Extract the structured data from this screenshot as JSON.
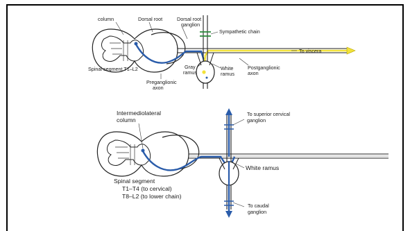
{
  "top_diagram": {
    "labels": {
      "column": "column",
      "dorsal_root": "Dorsal root",
      "dorsal_root_ganglion_1": "Dorsal root",
      "dorsal_root_ganglion_2": "ganglion",
      "sympathetic_chain": "Sympathetic chain",
      "to_viscera": "To viscera",
      "spinal_segment": "Spinal segment T1–L2",
      "gray_ramus_1": "Gray",
      "gray_ramus_2": "ramus",
      "white_ramus_1": "White",
      "white_ramus_2": "ramus",
      "postganglionic_1": "Postganglionic",
      "postganglionic_2": "axon",
      "preganglionic_1": "Preganglionic",
      "preganglionic_2": "axon"
    }
  },
  "bottom_diagram": {
    "labels": {
      "intermediolateral_1": "Intermediolateral",
      "intermediolateral_2": "column",
      "to_superior_1": "To superior cervical",
      "to_superior_2": "ganglion",
      "white_ramus": "White ramus",
      "spinal_segment": "Spinal segment",
      "t1_t4": "T1–T4 (to cervical)",
      "t8_l2": "T8–L2 (to lower chain)",
      "to_caudal_1": "To caudal",
      "to_caudal_2": "ganglion"
    }
  },
  "colors": {
    "preganglionic": "#2a5caa",
    "postganglionic": "#f2e23a",
    "outline": "#222222"
  }
}
